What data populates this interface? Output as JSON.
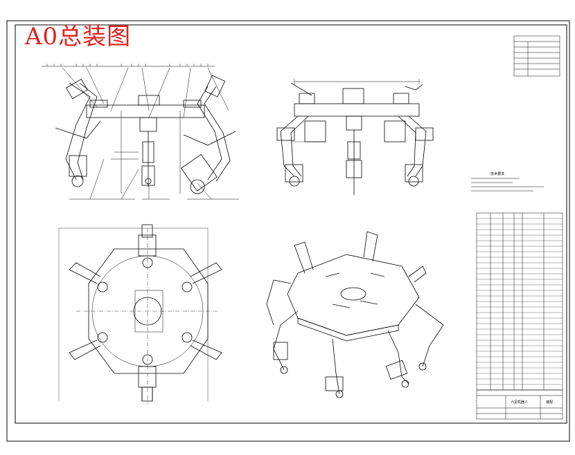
{
  "drawing": {
    "overlay_title": "A0总装图",
    "machine_name": "六足机器人",
    "sheet_label": "装配",
    "tech_req_heading": "技术要求",
    "colors": {
      "line": "#000000",
      "title_overlay": "#e41f1f"
    }
  }
}
